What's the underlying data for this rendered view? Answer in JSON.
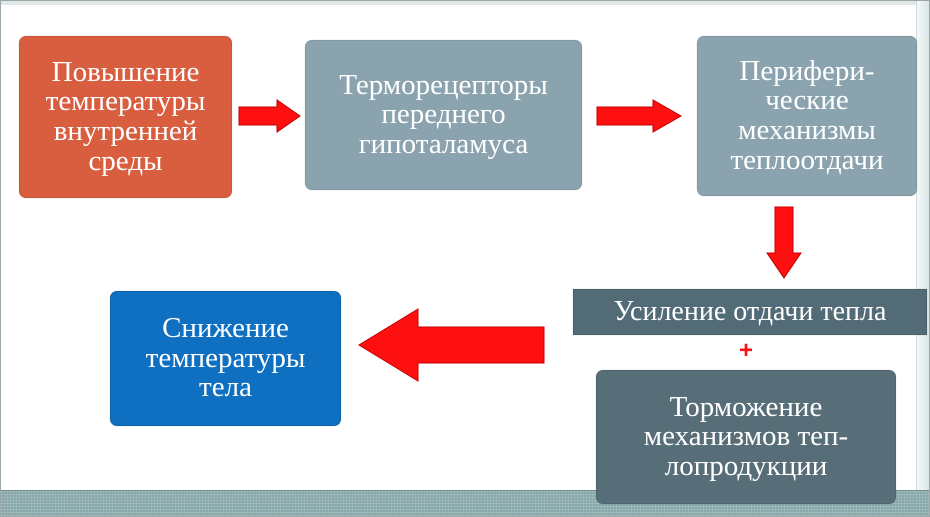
{
  "diagram": {
    "nodes": [
      {
        "id": "increase-temp",
        "text": "Повышение\nтемпературы\nвнутренней\nсреды"
      },
      {
        "id": "hypothalamus",
        "text": "Терморецепторы\nпереднего\nгипоталамуса"
      },
      {
        "id": "peripheral",
        "text": "Перифери-\nческие\nмеханизмы\nтеплоотдачи"
      },
      {
        "id": "heat-loss",
        "text": "Усиление отдачи тепла"
      },
      {
        "id": "inhibition",
        "text": "Торможение\nмеханизмов теп-\nлопродукции"
      },
      {
        "id": "body-temp-drop",
        "text": "Снижение\nтемпературы\nтела"
      }
    ],
    "plus_sign": "+",
    "edges": [
      {
        "from": "increase-temp",
        "to": "hypothalamus",
        "style": "red-arrow"
      },
      {
        "from": "hypothalamus",
        "to": "peripheral",
        "style": "red-arrow"
      },
      {
        "from": "peripheral",
        "to": "heat-loss",
        "style": "red-arrow"
      },
      {
        "from": "heat-loss",
        "to": "body-temp-drop",
        "style": "red-arrow"
      }
    ],
    "colors": {
      "red_box": "#d95e40",
      "gray_box": "#8aa3ae",
      "blue_box": "#0f6fc0",
      "dark_box": "#576e79",
      "strip_box": "#526b76",
      "arrow": "#ff1010",
      "plus": "#ff1010"
    }
  }
}
